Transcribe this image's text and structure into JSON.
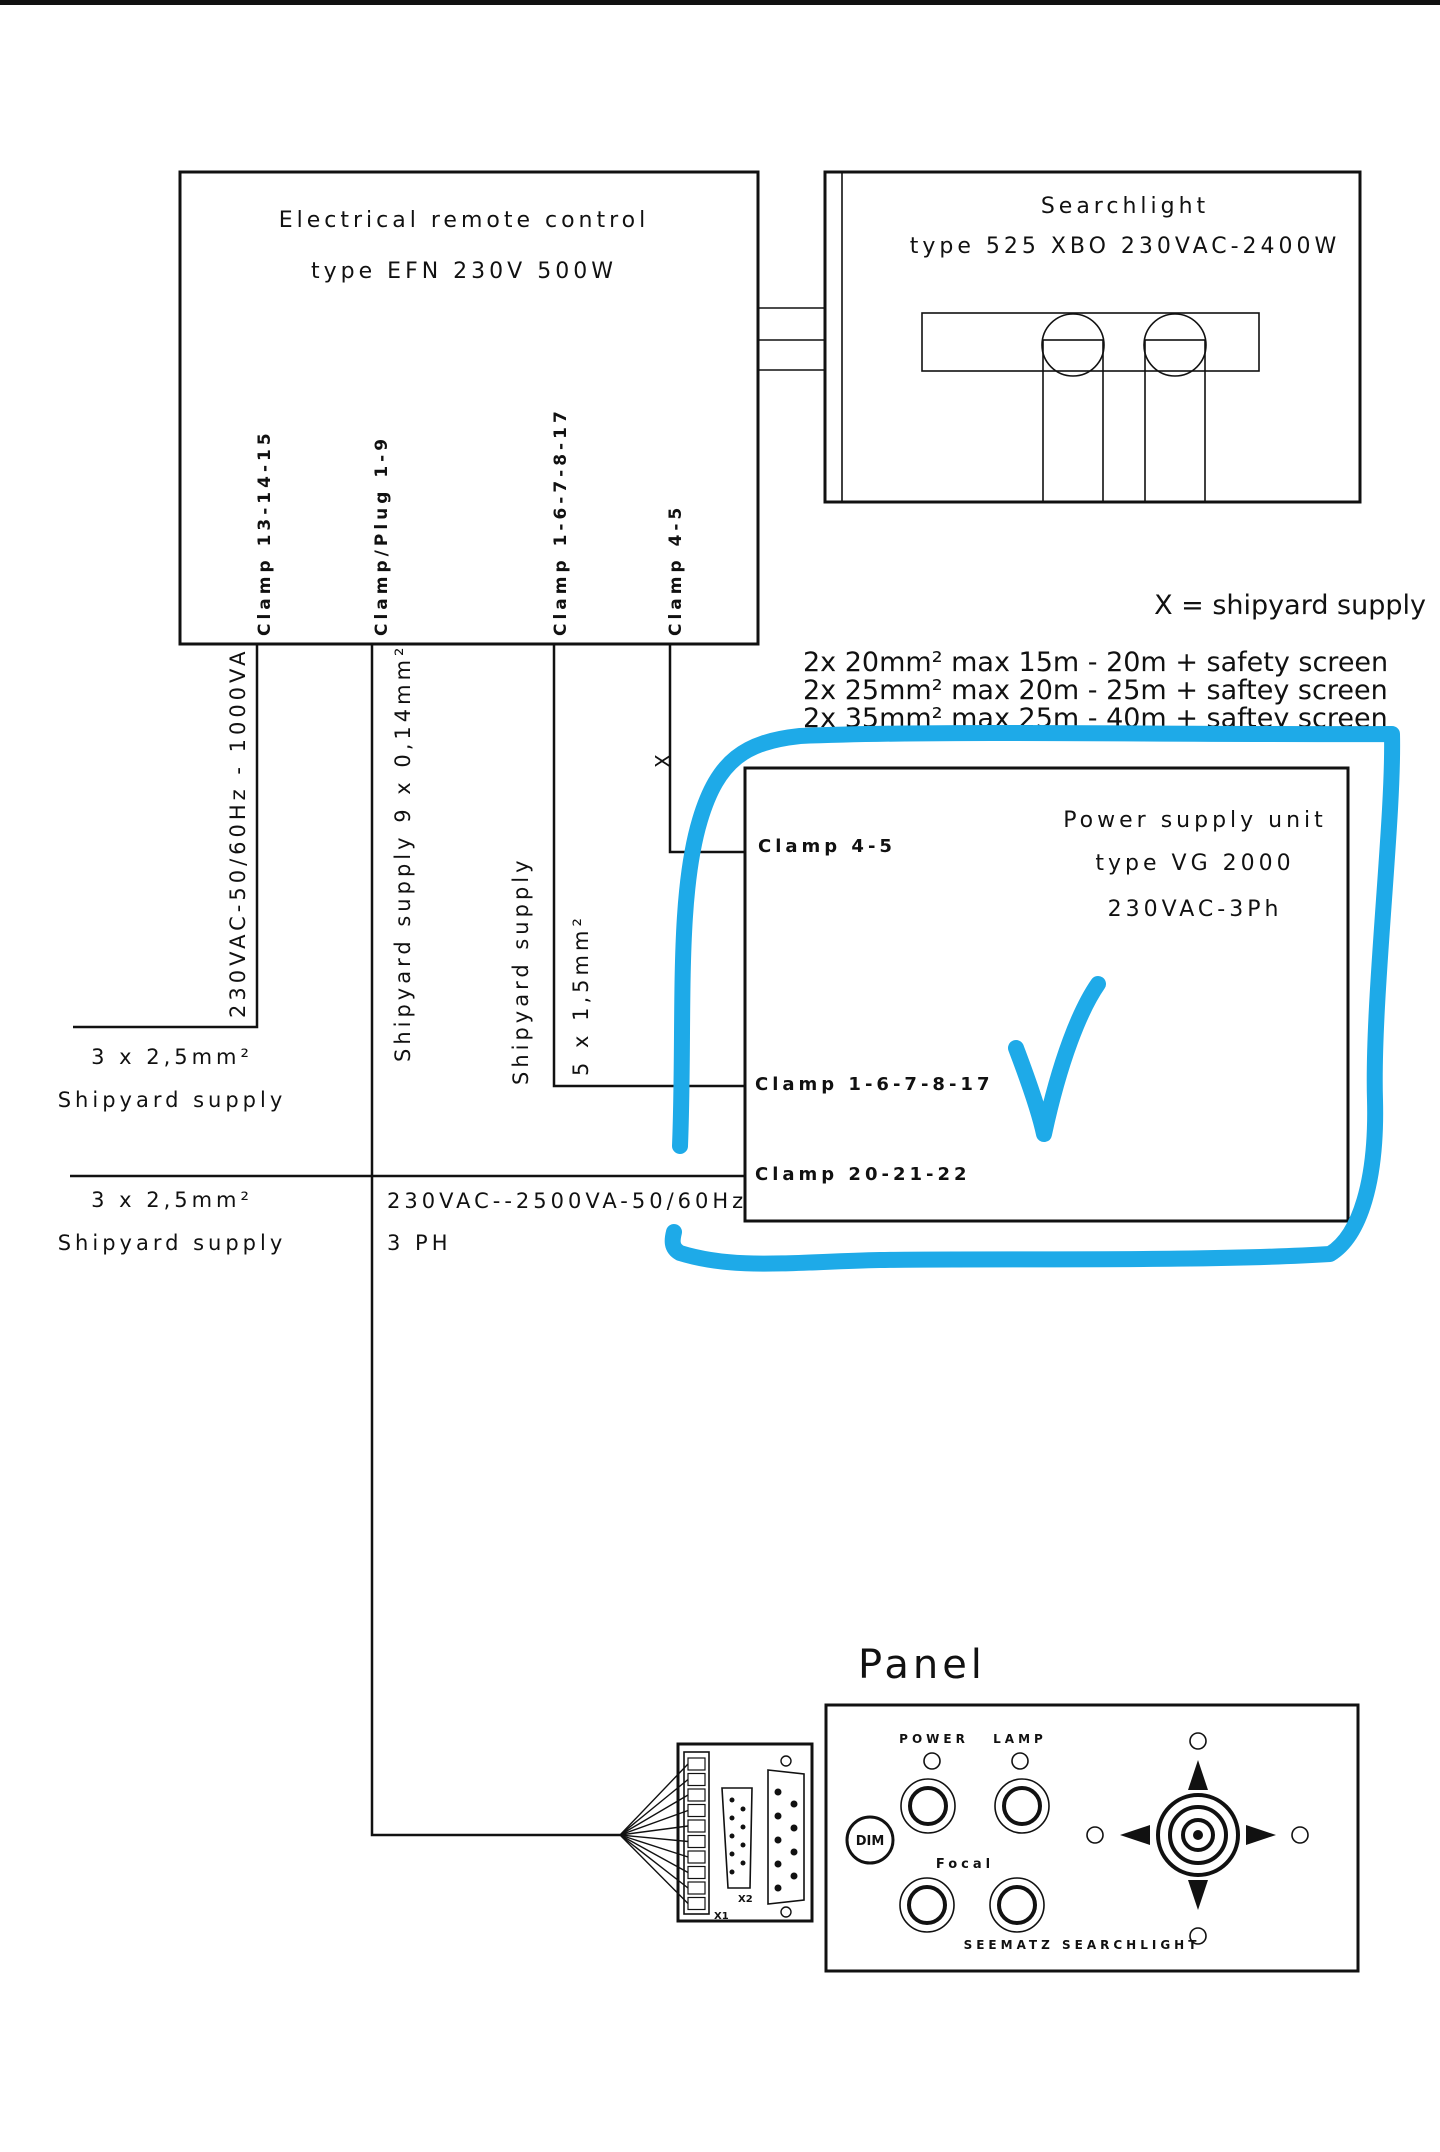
{
  "remote_control": {
    "title": "Electrical remote control",
    "type": "type EFN  230V  500W",
    "clamps": [
      "Clamp 13-14-15",
      "Clamp/Plug 1-9",
      "Clamp 1-6-7-8-17",
      "Clamp 4-5"
    ]
  },
  "searchlight": {
    "title": "Searchlight",
    "type": "type 525 XBO 230VAC-2400W"
  },
  "legend": {
    "x_note": "X = shipyard supply",
    "cable_1": "2x 20mm² max 15m - 20m + safety screen",
    "cable_2": "2x 25mm² max 20m - 25m + saftey screen",
    "cable_3": "2x 35mm² max 25m - 40m + saftey screen"
  },
  "power_supply": {
    "title": "Power supply unit",
    "type": "type VG 2000",
    "voltage": "230VAC-3Ph",
    "clamp_a": "Clamp 4-5",
    "clamp_b": "Clamp 1-6-7-8-17",
    "clamp_c": "Clamp 20-21-22"
  },
  "wires": {
    "x_mark": "X",
    "v_1000": "230VAC-50/60Hz - 1000VA",
    "shipyard_9": "Shipyard supply  9 x 0,14mm²",
    "shipyard_5a": "Shipyard supply",
    "shipyard_5b": "5 x 1,5mm²",
    "left1_a": "3 x 2,5mm²",
    "left1_b": "Shipyard supply",
    "left2_a": "3 x 2,5mm²",
    "left2_b": "Shipyard supply",
    "v_2500_a": "230VAC--2500VA-50/60Hz",
    "v_2500_b": "3 PH"
  },
  "panel": {
    "title": "Panel",
    "power": "POWER",
    "lamp": "LAMP",
    "dim": "DIM",
    "focal": "Focal",
    "brand": "SEEMATZ SEARCHLIGHT",
    "x1": "X1",
    "x2": "X2"
  },
  "annotation": {
    "mark": "checkmark-icon",
    "color": "#1eaae8"
  }
}
